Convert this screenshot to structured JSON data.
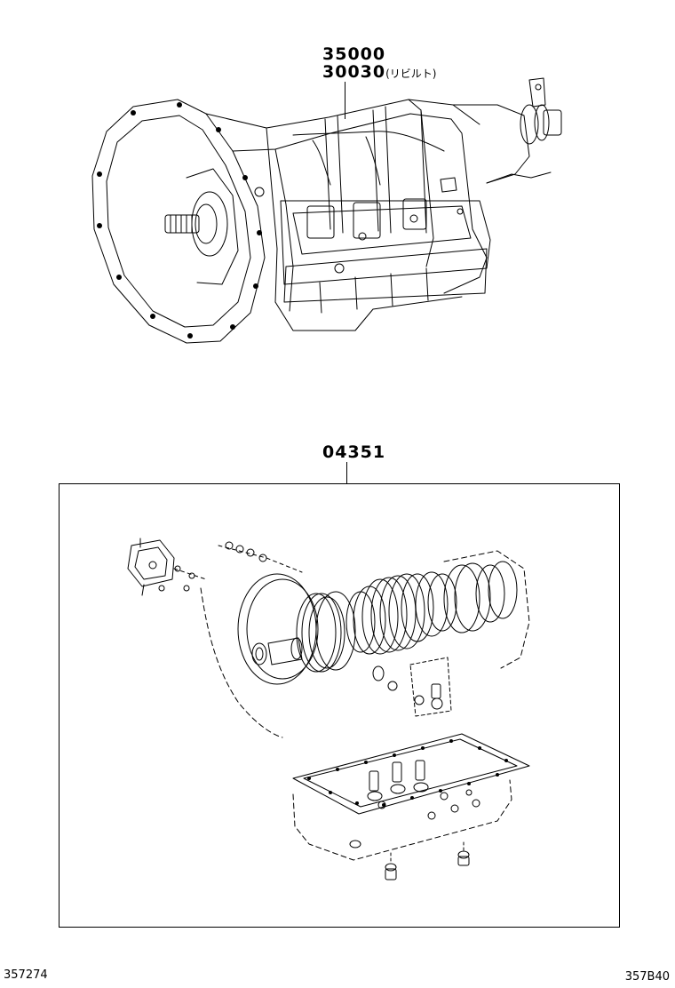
{
  "diagram": {
    "part_numbers": {
      "transmission_assy": "35000",
      "transmission_rebuilt": "30030",
      "rebuilt_note": "(リビルト)",
      "overhaul_kit": "04351"
    },
    "footer": {
      "left_code": "357274",
      "right_code": "357B40"
    }
  }
}
